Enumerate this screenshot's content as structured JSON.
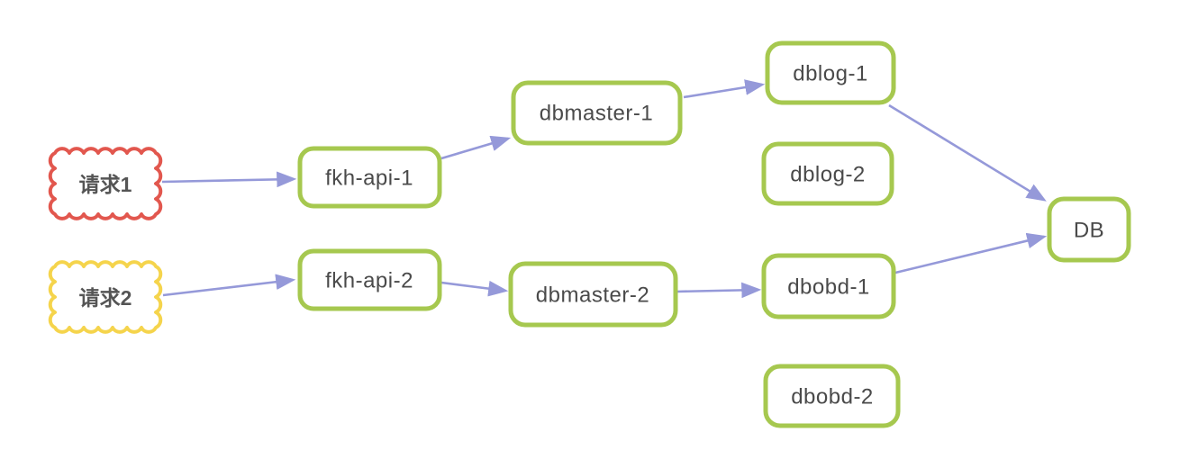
{
  "diagram": {
    "colors": {
      "background": "#ffffff",
      "node_border_green": "#a6c84f",
      "arrow": "#9599d9",
      "cloud_red_border": "#e2574e",
      "cloud_yellow_border": "#f5d44c",
      "label_text": "#4a4a4a"
    },
    "nodes": {
      "request1": {
        "label": "请求1",
        "shape": "cloud",
        "border": "#e2574e"
      },
      "request2": {
        "label": "请求2",
        "shape": "cloud",
        "border": "#f5d44c"
      },
      "fkh_api_1": {
        "label": "fkh-api-1",
        "shape": "rounded-rect",
        "border": "#a6c84f"
      },
      "fkh_api_2": {
        "label": "fkh-api-2",
        "shape": "rounded-rect",
        "border": "#a6c84f"
      },
      "dbmaster_1": {
        "label": "dbmaster-1",
        "shape": "rounded-rect",
        "border": "#a6c84f"
      },
      "dbmaster_2": {
        "label": "dbmaster-2",
        "shape": "rounded-rect",
        "border": "#a6c84f"
      },
      "dblog_1": {
        "label": "dblog-1",
        "shape": "rounded-rect",
        "border": "#a6c84f"
      },
      "dblog_2": {
        "label": "dblog-2",
        "shape": "rounded-rect",
        "border": "#a6c84f"
      },
      "dbobd_1": {
        "label": "dbobd-1",
        "shape": "rounded-rect",
        "border": "#a6c84f"
      },
      "dbobd_2": {
        "label": "dbobd-2",
        "shape": "rounded-rect",
        "border": "#a6c84f"
      },
      "db": {
        "label": "DB",
        "shape": "rounded-rect",
        "border": "#a6c84f"
      }
    },
    "edges": [
      {
        "from": "request1",
        "to": "fkh_api_1"
      },
      {
        "from": "fkh_api_1",
        "to": "dbmaster_1"
      },
      {
        "from": "dbmaster_1",
        "to": "dblog_1"
      },
      {
        "from": "dblog_1",
        "to": "db"
      },
      {
        "from": "request2",
        "to": "fkh_api_2"
      },
      {
        "from": "fkh_api_2",
        "to": "dbmaster_2"
      },
      {
        "from": "dbmaster_2",
        "to": "dbobd_1"
      },
      {
        "from": "dbobd_1",
        "to": "db"
      }
    ]
  }
}
